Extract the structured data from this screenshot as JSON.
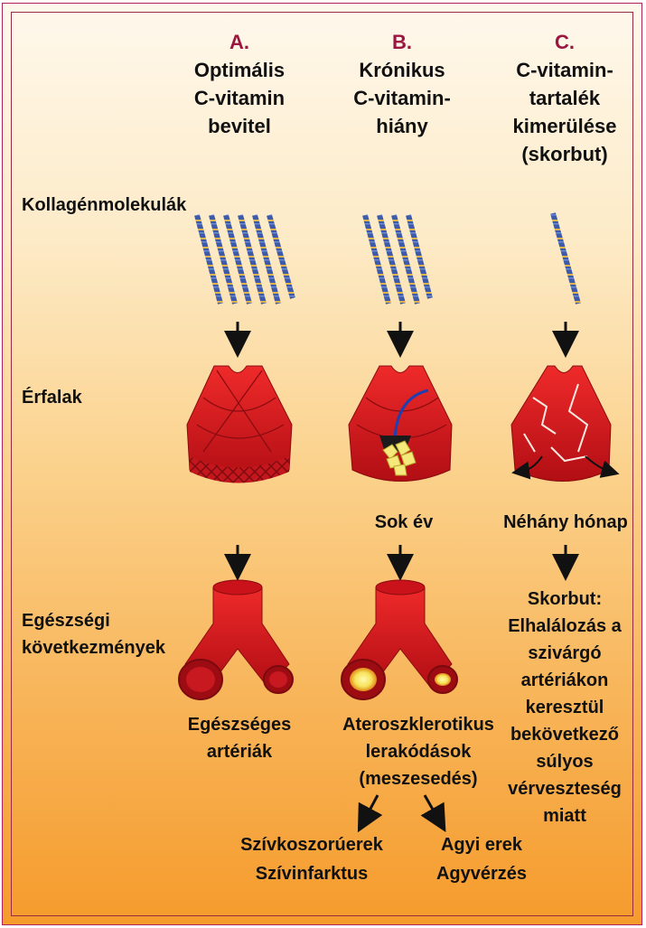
{
  "columns": [
    {
      "letter": "A.",
      "lines": [
        "Optimális",
        "C-vitamin",
        "bevitel"
      ]
    },
    {
      "letter": "B.",
      "lines": [
        "Krónikus",
        "C-vitamin-",
        "hiány"
      ]
    },
    {
      "letter": "C.",
      "lines": [
        "C-vitamin-",
        "tartalék",
        "kimerülése",
        "(skorbut)"
      ]
    }
  ],
  "row_labels": {
    "collagen": "Kollagénmolekulák",
    "walls": "Érfalak",
    "health": [
      "Egészségi",
      "következmények"
    ]
  },
  "time_labels": {
    "b": "Sok év",
    "c": "Néhány hónap"
  },
  "outcomes": {
    "a": [
      "Egészséges",
      "artériák"
    ],
    "b": [
      "Ateroszklerotikus",
      "lerakódások",
      "(meszesedés)"
    ],
    "c_title": "Skorbut:",
    "c": [
      "Elhalálozás a",
      "szivárgó",
      "artériákon",
      "keresztül",
      "bekövetkező",
      "súlyos",
      "vérveszteség",
      "miatt"
    ]
  },
  "bottom": {
    "left": "Szívkoszorúerek",
    "left_red": "Szívinfarktus",
    "right": "Agyi erek",
    "right_red": "Agyvérzés"
  },
  "colors": {
    "red_text": "#9b1740",
    "vessel": "#d8131b",
    "vessel_dark": "#a50f14",
    "plaque": "#f4e97a"
  }
}
